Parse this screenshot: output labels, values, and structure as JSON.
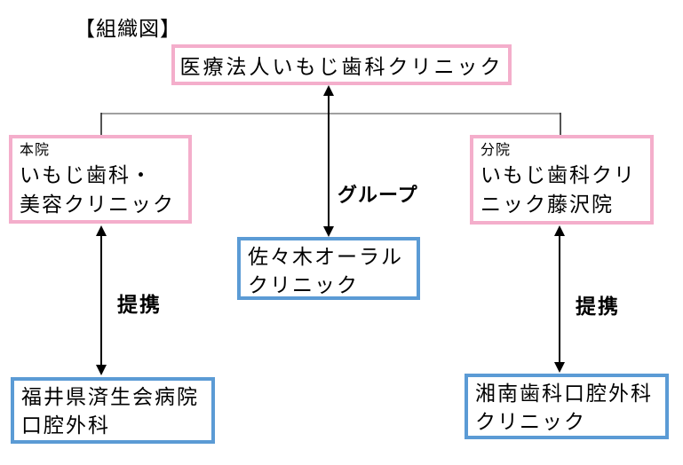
{
  "title": "【組織図】",
  "colors": {
    "pink": "#F4AECB",
    "blue": "#5B9BD5",
    "connector_gray": "#808080",
    "text": "#000000"
  },
  "org": {
    "headquarters": {
      "name": "医療法人いもじ歯科クリニック"
    },
    "main_clinic": {
      "tag": "本院",
      "name_line1": "いもじ歯科・",
      "name_line2": "美容クリニック"
    },
    "branch_clinic": {
      "tag": "分院",
      "name_line1": "いもじ歯科クリ",
      "name_line2": "ニック藤沢院"
    },
    "group_clinic": {
      "name_line1": "佐々木オーラル",
      "name_line2": "クリニック"
    },
    "left_partner": {
      "name_line1": "福井県済生会病院",
      "name_line2": "口腔外科"
    },
    "right_partner": {
      "name_line1": "湘南歯科口腔外科",
      "name_line2": "クリニック"
    }
  },
  "relations": {
    "group_label": "グループ",
    "left_partnership_label": "提携",
    "right_partnership_label": "提携"
  }
}
